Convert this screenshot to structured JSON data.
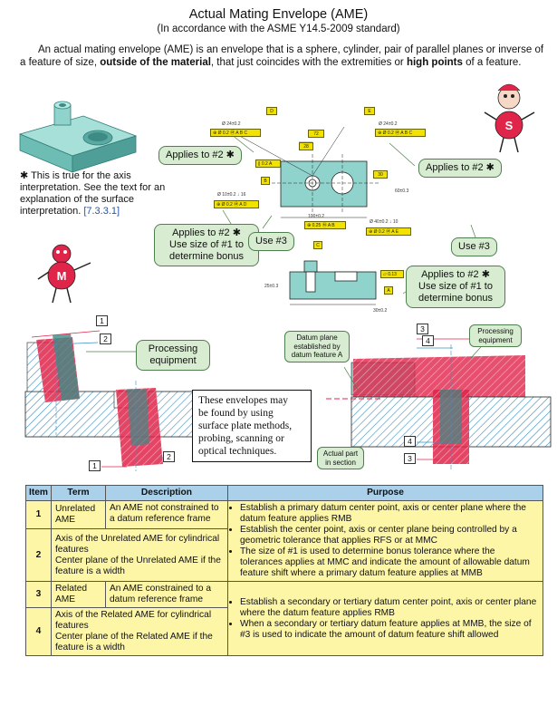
{
  "title": "Actual Mating Envelope (AME)",
  "subtitle": "(In accordance with the ASME Y14.5-2009 standard)",
  "intro": {
    "part1": "An actual mating envelope (AME) is an envelope that is a sphere, cylinder, pair of parallel planes or inverse of a feature of size, ",
    "bold1": "outside of the material",
    "part2": ", that just coincides with the extremities or ",
    "bold2": "high points",
    "part3": " of a feature."
  },
  "axis_note": {
    "star": "✱",
    "text": " This is true for the axis interpretation.  See the text for an explanation of the surface interpretation. ",
    "ref": "[7.3.3.1]"
  },
  "callouts": {
    "applies_left": "Applies to #2 ✱",
    "applies_right": "Applies to #2 ✱",
    "applies_bonus_left_1": "Applies to #2 ✱",
    "applies_bonus_left_2": "Use size of #1 to",
    "applies_bonus_left_3": "determine bonus",
    "use3_left": "Use #3",
    "use3_right": "Use #3",
    "applies_bonus_right_1": "Applies to #2 ✱",
    "applies_bonus_right_2": "Use size of #1 to",
    "applies_bonus_right_3": "determine bonus",
    "processing_left_1": "Processing",
    "processing_left_2": "equipment",
    "processing_right_1": "Processing",
    "processing_right_2": "equipment",
    "datum_plane_1": "Datum plane",
    "datum_plane_2": "established by",
    "datum_plane_3": "datum feature A",
    "actual_part_1": "Actual part",
    "actual_part_2": "in section"
  },
  "envelopes_note": [
    "These envelopes may",
    "be found by using",
    "surface plate methods,",
    "probing, scanning or",
    "optical techniques."
  ],
  "mascots": {
    "right_letter": "S",
    "left_letter": "M"
  },
  "drawing": {
    "datum_d": "D",
    "datum_b": "B",
    "datum_e": "E",
    "datum_c": "C",
    "datum_a": "A",
    "dim_24": "Ø 24±0.2",
    "fcf_left": "⊕ Ø 0.2 Ⓜ A B C",
    "fcf_right": "⊕ Ø 0.2 Ⓜ A B C",
    "dim_72": "72",
    "dim_28": "28",
    "fcf_flat": "∥ 0.2 A",
    "dim_30": "30",
    "dim_60": "60±0.3",
    "dim_10": "Ø 10±0.2 ↓ 16",
    "fcf_hole_left": "⊕ Ø 0.2 Ⓜ A D",
    "dim_100": "100±0.2",
    "fcf_slot": "⊕ 0.25 Ⓜ A B",
    "dim_40": "Ø 40±0.2 ↓ 10",
    "fcf_hole_right": "⊕ Ø 0.2 Ⓜ A E",
    "dim_25": "25±0.3",
    "fcf_bottom": "▱ 0.13",
    "dim_30b": "30±0.2"
  },
  "numbers": {
    "n1": "1",
    "n2": "2",
    "n3": "3",
    "n4": "4"
  },
  "table": {
    "headers": [
      "Item",
      "Term",
      "Description",
      "Purpose"
    ],
    "rows": [
      {
        "item": "1",
        "term": "Unrelated AME",
        "description": "An AME not constrained to a datum reference frame"
      },
      {
        "item": "2",
        "description_wide": [
          "Axis of the Unrelated AME for cylindrical features",
          "Center plane of the Unrelated AME if the feature is a width"
        ]
      },
      {
        "item": "3",
        "term": "Related AME",
        "description": "An AME constrained to a datum reference frame"
      },
      {
        "item": "4",
        "description_wide": [
          "Axis of the Related AME for cylindrical features",
          "Center plane of the Related AME if the feature is a width"
        ]
      }
    ],
    "purpose_unrelated": [
      "Establish a primary datum center point, axis or center plane where the datum feature applies RMB",
      "Establish the center point, axis or center plane being controlled by a geometric tolerance that applies RFS or at MMC",
      "The size of #1 is used to determine bonus tolerance where the tolerances applies at MMC and indicate the amount of allowable datum feature shift where a primary datum feature applies at MMB"
    ],
    "purpose_related": [
      "Establish a secondary or tertiary datum center point, axis or center plane where the datum feature applies RMB",
      "When a secondary or tertiary datum feature applies at MMB, the size of #3 is used to indicate the amount of datum feature shift allowed"
    ]
  },
  "colors": {
    "callout_fill": "#d7ecd0",
    "fcf_yellow": "#f2e200",
    "table_header": "#aad0ea",
    "table_body": "#fdf6a7",
    "envelope_red": "#e0244a",
    "part_teal": "#8fd3cc"
  }
}
